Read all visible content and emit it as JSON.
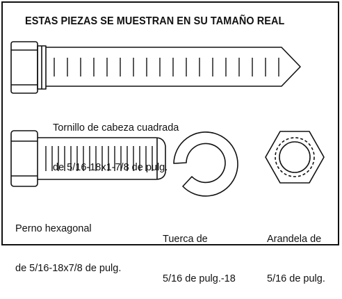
{
  "title": "ESTAS PIEZAS SE MUESTRAN EN SU TAMAÑO REAL",
  "parts": [
    {
      "name": "screw",
      "lines": [
        "Tornillo de cabeza cuadrada",
        "de 5/16-18x1-7/8 de pulg."
      ]
    },
    {
      "name": "bolt",
      "lines": [
        "Perno hexagonal",
        "de 5/16-18x7/8 de pulg."
      ]
    },
    {
      "name": "lock-washer",
      "lines": [
        "Tuerca de",
        "5/16 de pulg.-18"
      ]
    },
    {
      "name": "hex-nut",
      "lines": [
        "Arandela de",
        "5/16 de pulg."
      ]
    }
  ]
}
